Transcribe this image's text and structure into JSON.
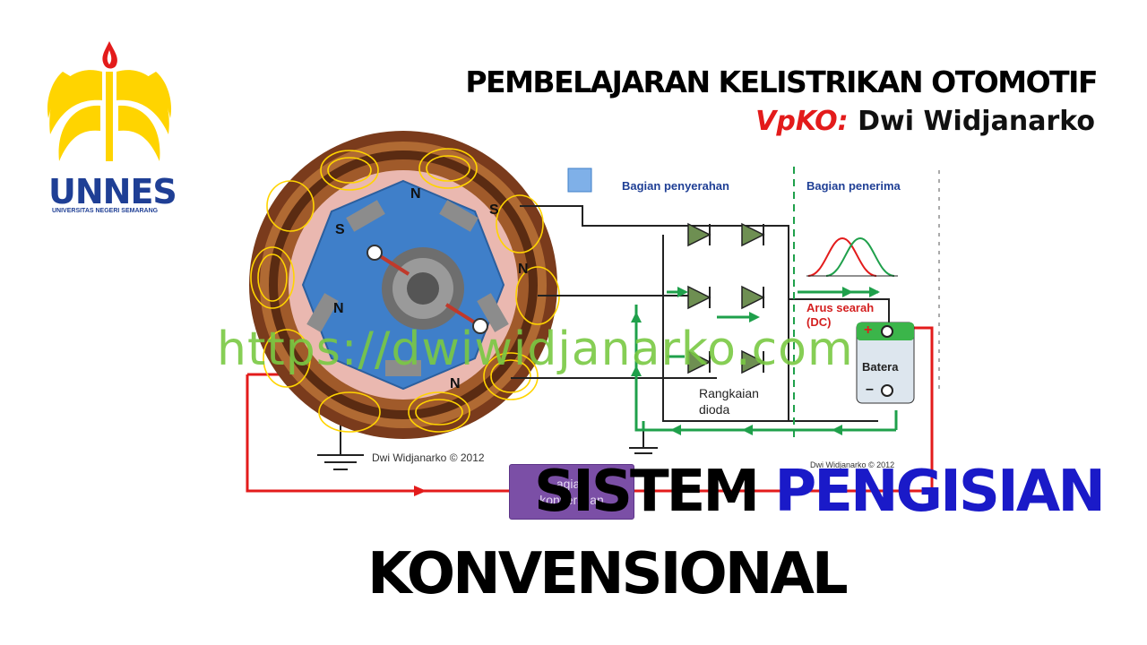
{
  "header": {
    "title": "PEMBELAJARAN KELISTRIKAN OTOMOTIF",
    "role": "VpKO:",
    "author": " Dwi Widjanarko"
  },
  "logo": {
    "name": "UNNES",
    "subtitle": "UNIVERSITAS NEGERI SEMARANG"
  },
  "diagram": {
    "label_supply": "Bagian penyerahan",
    "label_receiver": "Bagian penerima",
    "label_dc_1": "Arus searah",
    "label_dc_2": "(DC)",
    "label_diode_1": "Rangkaian",
    "label_diode_2": "dioda",
    "label_battery": "Batera",
    "copyright_1": "Dwi Widjanarko © 2012",
    "copyright_2": "Dwi Widjanarko © 2012",
    "pole_n": "N",
    "pole_s": "S",
    "terminal_plus": "+",
    "terminal_minus": "–"
  },
  "watermark": "https://dwiwidjanarko.com",
  "button": {
    "line1": "agian",
    "line2": "konversi an"
  },
  "title": {
    "word1": "SISTEM",
    "word2": "PENGISIAN",
    "line2": "KONVENSIONAL"
  },
  "colors": {
    "accent_blue": "#1a1ac8",
    "accent_red": "#e31b1b",
    "logo_yellow": "#ffd400",
    "logo_blue": "#1f3f95",
    "arrow_green": "#1fa04b",
    "watermark_green": "#7ac943"
  }
}
